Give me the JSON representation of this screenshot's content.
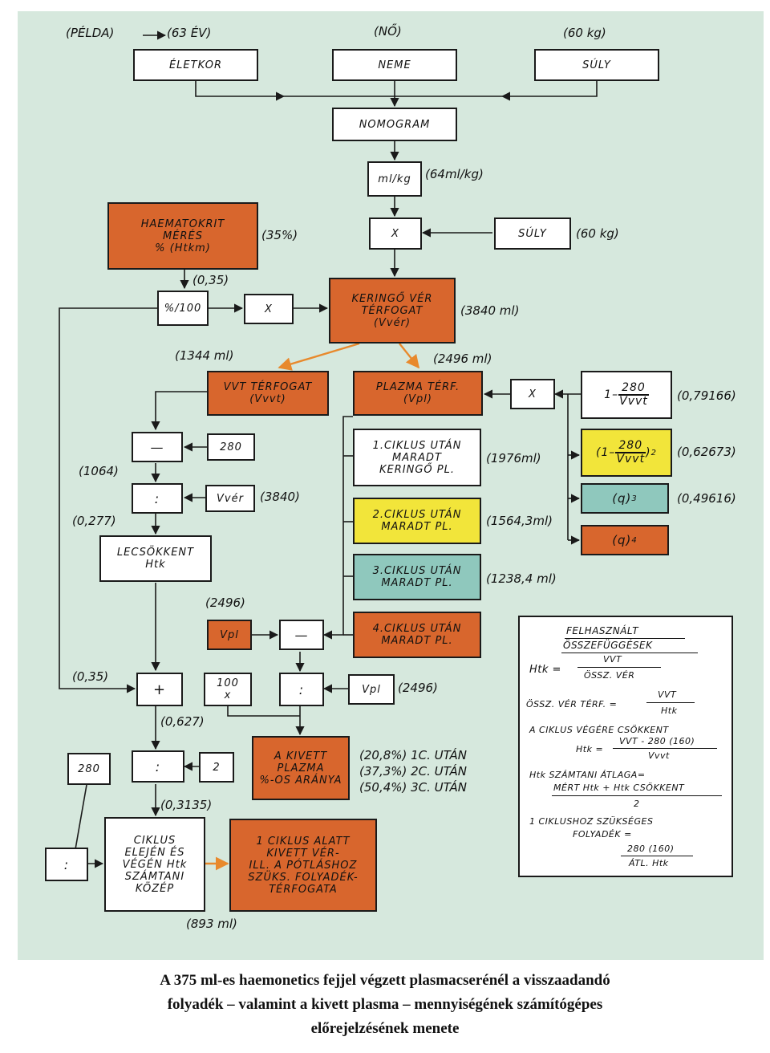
{
  "example_header": {
    "pelda": "(PÉLDA)",
    "age": "(63 ÉV)",
    "sex": "(NŐ)",
    "weight": "(60 kg)"
  },
  "boxes": {
    "eletkor": "ÉLETKOR",
    "neme": "NEME",
    "suly": "SÚLY",
    "nomogram": "NOMOGRAM",
    "mlkg": "ml/kg",
    "mult1": "X",
    "suly2": "SÚLY",
    "haematokrit": "HAEMATOKRIT\nMÉRÉS\n% (Htkm)",
    "percent100": "%/100",
    "mult2": "X",
    "keringo": "KERINGŐ VÉR\nTÉRFOGAT\n(Vvér)",
    "vvt": "VVT TÉRFOGAT\n(Vvvt)",
    "plazma": "PLAZMA TÉRF.\n(Vpl)",
    "mult3": "X",
    "minus1": "—",
    "c280a": "280",
    "div1": ":",
    "vver": "Vvér",
    "lecsokkent": "LECSÖKKENT\nHtk",
    "ciklus1": "1.CIKLUS UTÁN\nMARADT\nKERINGŐ PL.",
    "ciklus2": "2.CIKLUS UTÁN\nMARADT PL.",
    "ciklus3": "3.CIKLUS UTÁN\nMARADT PL.",
    "ciklus4": "4.CIKLUS UTÁN\nMARADT PL.",
    "vpl_small": "Vpl",
    "minus2": "—",
    "plus": "+",
    "c100x": "100\nx",
    "div2": ":",
    "vpl2": "Vpl",
    "kivett": "A KIVETT\nPLAZMA\n%-OS ARÁNYA",
    "c280b": "280",
    "div3": ":",
    "c2": "2",
    "div4": ":",
    "ciklus_kozep": "CIKLUS\nELEJÉN ÉS\nVÉGÉN Htk\nSZÁMTANI\nKÖZÉP",
    "ciklus_alatt": "1 CIKLUS ALATT\nKIVETT VÉR-\nILL. A PÓTLÁSHOZ\nSZÜKS. FOLYADÉK-\nTÉRFOGATA",
    "f1_prefix": "1–",
    "f1_num": "280",
    "f1_den": "Vvvt",
    "f2_open": "(1–",
    "f2_num": "280",
    "f2_den": "Vvvt",
    "f2_close": ")",
    "f2_exp": "2",
    "q3": "(q)",
    "q3_exp": "3",
    "q4": "(q)",
    "q4_exp": "4"
  },
  "values": {
    "mlkg": "(64ml/kg)",
    "suly2": "(60 kg)",
    "htk": "(35%)",
    "htk_frac": "(0,35)",
    "keringo": "(3840 ml)",
    "vvt": "(1344 ml)",
    "plazma": "(2496 ml)",
    "f1": "(0,79166)",
    "f2": "(0,62673)",
    "q3": "(0,49616)",
    "v1064": "(1064)",
    "vver": "(3840)",
    "v0277": "(0,277)",
    "c1": "(1976ml)",
    "c2": "(1564,3ml)",
    "c3": "(1238,4 ml)",
    "vpl_small": "(2496)",
    "v035b": "(0,35)",
    "vpl2": "(2496)",
    "v0627": "(0,627)",
    "pct1": "(20,8%) 1C. UTÁN",
    "pct2": "(37,3%) 2C. UTÁN",
    "pct3": "(50,4%) 3C. UTÁN",
    "v03135": "(0,3135)",
    "v893": "(893 ml)"
  },
  "formulas": {
    "title1": "FELHASZNÁLT",
    "title2": "ÖSSZEFÜGGÉSEK",
    "htk_eq": "Htk =",
    "htk_num": "VVT",
    "htk_den": "ÖSSZ. VÉR",
    "ossz_eq": "ÖSSZ. VÉR TÉRF. =",
    "ossz_num": "VVT",
    "ossz_den": "Htk",
    "cikl_title": "A CIKLUS VÉGÉRE CSÖKKENT",
    "cikl_eq": "Htk =",
    "cikl_num": "VVT - 280 (160)",
    "cikl_den": "Vvvt",
    "atlag_title": "Htk SZÁMTANI ÁTLAGA=",
    "atlag_num": "MÉRT Htk + Htk CSÖKKENT",
    "atlag_den": "2",
    "foly_title1": "1 CIKLUSHOZ SZÜKSÉGES",
    "foly_title2": "FOLYADÉK =",
    "foly_num": "280 (160)",
    "foly_den": "ÁTL. Htk"
  },
  "caption": {
    "line1": "A 375 ml-es haemonetics fejjel végzett plasmacserénél a visszaadandó",
    "line2": "folyadék – valamint a kivett plasma – mennyiségének számítógépes",
    "line3": "előrejelzésének menete"
  },
  "colors": {
    "orange": "#d8662d",
    "yellow": "#f2e53a",
    "teal": "#8fc8bd",
    "paper": "#d6e8dd",
    "arrow_orange": "#e8892c"
  }
}
